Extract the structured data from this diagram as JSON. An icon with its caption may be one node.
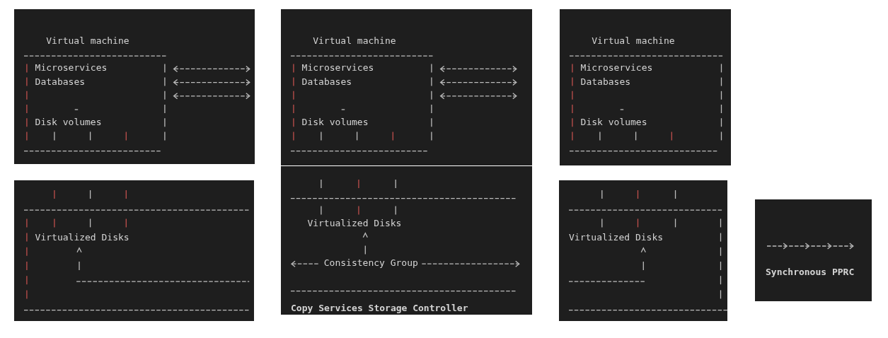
{
  "diagram": {
    "nodes": [
      {
        "text": [
          "Virtual machine",
          "Microservices",
          "Databases",
          "Disk volumes"
        ]
      },
      {
        "text": [
          "Virtual machine",
          "Microservices",
          "Databases",
          "Disk volumes"
        ]
      },
      {
        "text": [
          "Virtual machine",
          "Microservices",
          "Databases",
          "Disk volumes"
        ]
      },
      {
        "text": [
          "Virtualized Disks"
        ]
      },
      {
        "text": [
          "Virtualized Disks",
          "Consistency Group",
          "Copy Services Storage Controller"
        ]
      },
      {
        "text": [
          "Virtualized Disks"
        ]
      },
      {
        "text": [
          "Synchronous PPRC"
        ]
      }
    ]
  }
}
